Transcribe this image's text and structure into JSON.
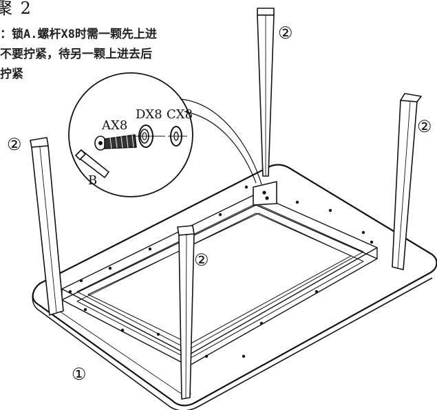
{
  "step": {
    "title": "聚 2"
  },
  "note": {
    "lines": [
      "：锁A.螺杆X8时需一颗先上进",
      "不要拧紧，待另一颗上进去后",
      "拧紧"
    ]
  },
  "callouts": {
    "tabletop": "①",
    "leg": "②"
  },
  "parts": {
    "bolt": "AX8",
    "spring_washer": "DX8",
    "flat_washer": "CX8",
    "allen_key": "B"
  }
}
